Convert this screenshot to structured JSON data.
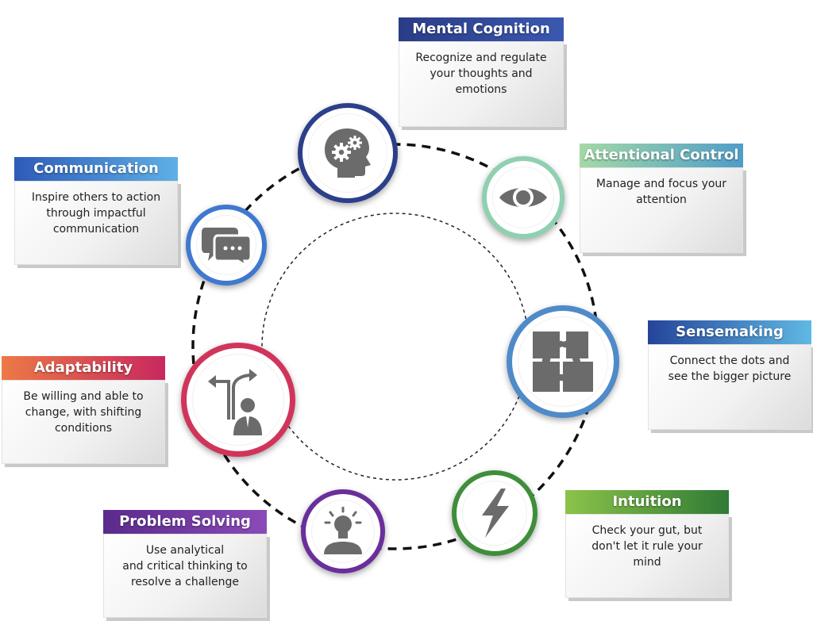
{
  "colors": {
    "mental": "#2b3f8a",
    "attention": "#7cc3a0",
    "sensemaking": "#2d5aa8",
    "intuition": "#3a8a3c",
    "problem": "#6a2f9a",
    "adaptability": "#d1345a",
    "communication": "#3d6fc9"
  },
  "nodes": [
    {
      "key": "mental",
      "icon": "brain-gears-icon"
    },
    {
      "key": "attention",
      "icon": "eye-icon"
    },
    {
      "key": "sensemaking",
      "icon": "puzzle-icon"
    },
    {
      "key": "intuition",
      "icon": "lightning-icon"
    },
    {
      "key": "problem",
      "icon": "lightbulb-person-icon"
    },
    {
      "key": "adaptability",
      "icon": "arrows-person-icon"
    },
    {
      "key": "communication",
      "icon": "speech-bubbles-icon"
    }
  ],
  "cards": {
    "mental_cognition": {
      "title": "Mental Cognition",
      "lines": [
        "Recognize and regulate",
        "your thoughts and",
        "emotions"
      ]
    },
    "attentional_control": {
      "title": "Attentional Control",
      "lines": [
        "Manage and focus your",
        "attention"
      ]
    },
    "sensemaking": {
      "title": "Sensemaking",
      "lines": [
        "Connect the dots and",
        "see the bigger picture"
      ]
    },
    "intuition": {
      "title": "Intuition",
      "lines": [
        "Check your gut, but",
        "don't let it rule your",
        "mind"
      ]
    },
    "problem_solving": {
      "title": "Problem Solving",
      "lines": [
        "Use analytical",
        "and critical thinking to",
        "resolve a challenge"
      ]
    },
    "adaptability": {
      "title": "Adaptability",
      "lines": [
        "Be willing and able to",
        "change, with shifting",
        "conditions"
      ]
    },
    "communication": {
      "title": "Communication",
      "lines": [
        "Inspire others to action",
        "through impactful",
        "communication"
      ]
    }
  }
}
